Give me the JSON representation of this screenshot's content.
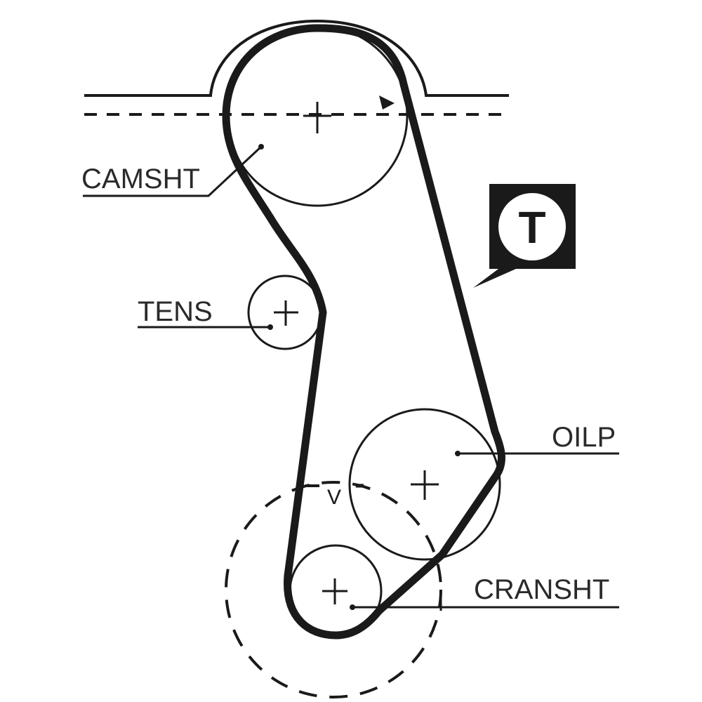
{
  "diagram": {
    "title": "Timing belt routing diagram",
    "colors": {
      "line": "#1a1a1a",
      "label": "#2a2a2a",
      "background": "#ffffff"
    },
    "pulleys": [
      {
        "id": "camshaft",
        "label": "CAMSHT"
      },
      {
        "id": "tensioner",
        "label": "TENS"
      },
      {
        "id": "oil-pump",
        "label": "OILP"
      },
      {
        "id": "crankshaft",
        "label": "CRANSHT"
      }
    ],
    "tension_badge": {
      "label": "T",
      "icon": "tension-badge-icon"
    },
    "rotation_direction": "clockwise",
    "measurement_marks": {
      "point": "V",
      "sign": "-"
    }
  }
}
